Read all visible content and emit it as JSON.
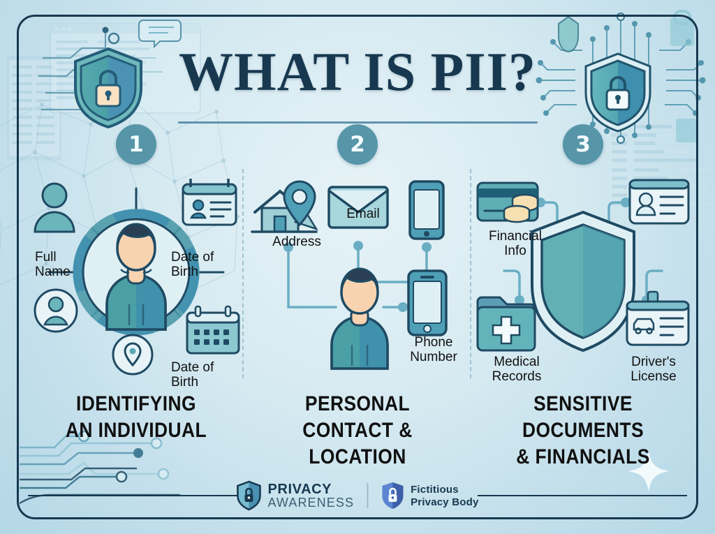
{
  "header": {
    "title": "WHAT IS PII?",
    "left_shield_icon": "shield-lock-icon",
    "right_shield_icon": "shield-lock-circuit-icon"
  },
  "columns": [
    {
      "number": "1",
      "caption": "IDENTIFYING\nAN INDIVIDUAL",
      "center_icon": "person-target-icon",
      "items": [
        {
          "label": "Full\nName",
          "icon": "person-icon"
        },
        {
          "label": "Date of\nBirth",
          "icon": "id-card-icon"
        },
        {
          "label": "Date of\nBirth",
          "icon": "calendar-icon"
        },
        {
          "label": "",
          "icon": "avatar-circle-icon"
        },
        {
          "label": "",
          "icon": "location-pin-circle-icon"
        }
      ]
    },
    {
      "number": "2",
      "caption": "PERSONAL\nCONTACT &\nLOCATION",
      "center_icon": "person-icon",
      "items": [
        {
          "label": "Address",
          "icon": "house-pin-icon"
        },
        {
          "label": "Email",
          "icon": "envelope-icon"
        },
        {
          "label": "",
          "icon": "smartphone-icon"
        },
        {
          "label": "Phone\nNumber",
          "icon": "smartphone-icon"
        }
      ]
    },
    {
      "number": "3",
      "caption": "SENSITIVE\nDOCUMENTS\n& FINANCIALS",
      "center_icon": "shield-icon",
      "items": [
        {
          "label": "Financial\nInfo",
          "icon": "credit-card-coins-icon"
        },
        {
          "label": "",
          "icon": "id-card-icon"
        },
        {
          "label": "Medical\nRecords",
          "icon": "medical-folder-icon"
        },
        {
          "label": "Driver's\nLicense",
          "icon": "drivers-license-icon"
        }
      ]
    }
  ],
  "footer": {
    "brand_primary_line1": "PRIVACY",
    "brand_primary_line2": "AWARENESS",
    "brand_primary_icon": "shield-lock-icon",
    "brand_secondary_line1": "Fictitious",
    "brand_secondary_line2": "Privacy Body",
    "brand_secondary_icon": "shield-lock-icon"
  },
  "colors": {
    "background": "#d6eaf1",
    "frame": "#17384f",
    "title": "#17384f",
    "badge": "#5795a9",
    "teal": "#4f9fae",
    "teal_dark": "#2e7183",
    "accent_line": "#5d93ab",
    "caption": "#101010",
    "skin": "#f8d3b0",
    "hair": "#2b3f54"
  }
}
